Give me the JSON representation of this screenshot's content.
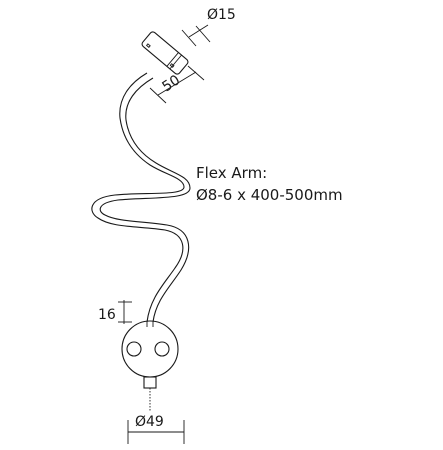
{
  "dimensions": {
    "head_diameter": "Ø15",
    "head_length": "50",
    "flex_arm_title": "Flex Arm:",
    "flex_arm_spec": "Ø8-6 x 400-500mm",
    "base_height": "16",
    "base_diameter": "Ø49"
  },
  "colors": {
    "ink": "#1a1a1a",
    "background": "#ffffff"
  }
}
